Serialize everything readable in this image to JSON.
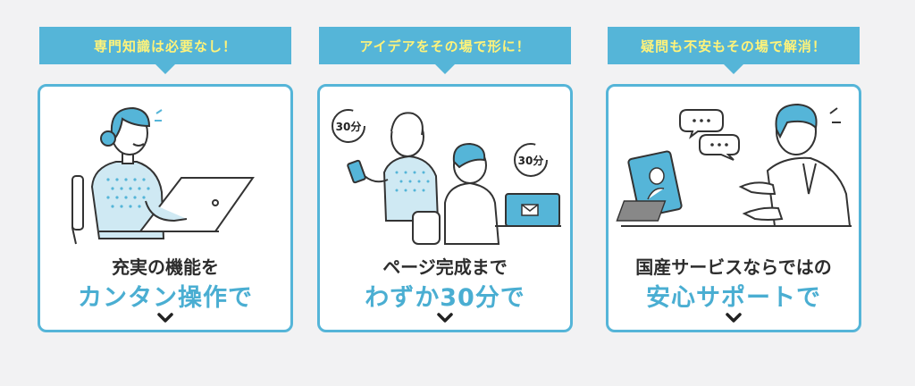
{
  "cards": [
    {
      "tag": "専門知識は必要なし！",
      "line1": "充実の機能を",
      "line2": "カンタン操作で",
      "illustration": "woman-laptop-illustration",
      "chevron": "chevron-down-icon"
    },
    {
      "tag": "アイデアをその場で形に！",
      "line1": "ページ完成まで",
      "line2": "わずか30分で",
      "illustration": "team-working-illustration",
      "timer_label": "30分",
      "chevron": "chevron-down-icon"
    },
    {
      "tag": "疑問も不安もその場で解消！",
      "line1": "国産サービスならではの",
      "line2": "安心サポートで",
      "illustration": "video-call-support-illustration",
      "chevron": "chevron-down-icon"
    }
  ],
  "colors": {
    "accent": "#55b5d8",
    "tag_text": "#fff37a",
    "headline_blue": "#4aaed2",
    "text": "#2d2d2d",
    "background": "#f2f2f3"
  }
}
